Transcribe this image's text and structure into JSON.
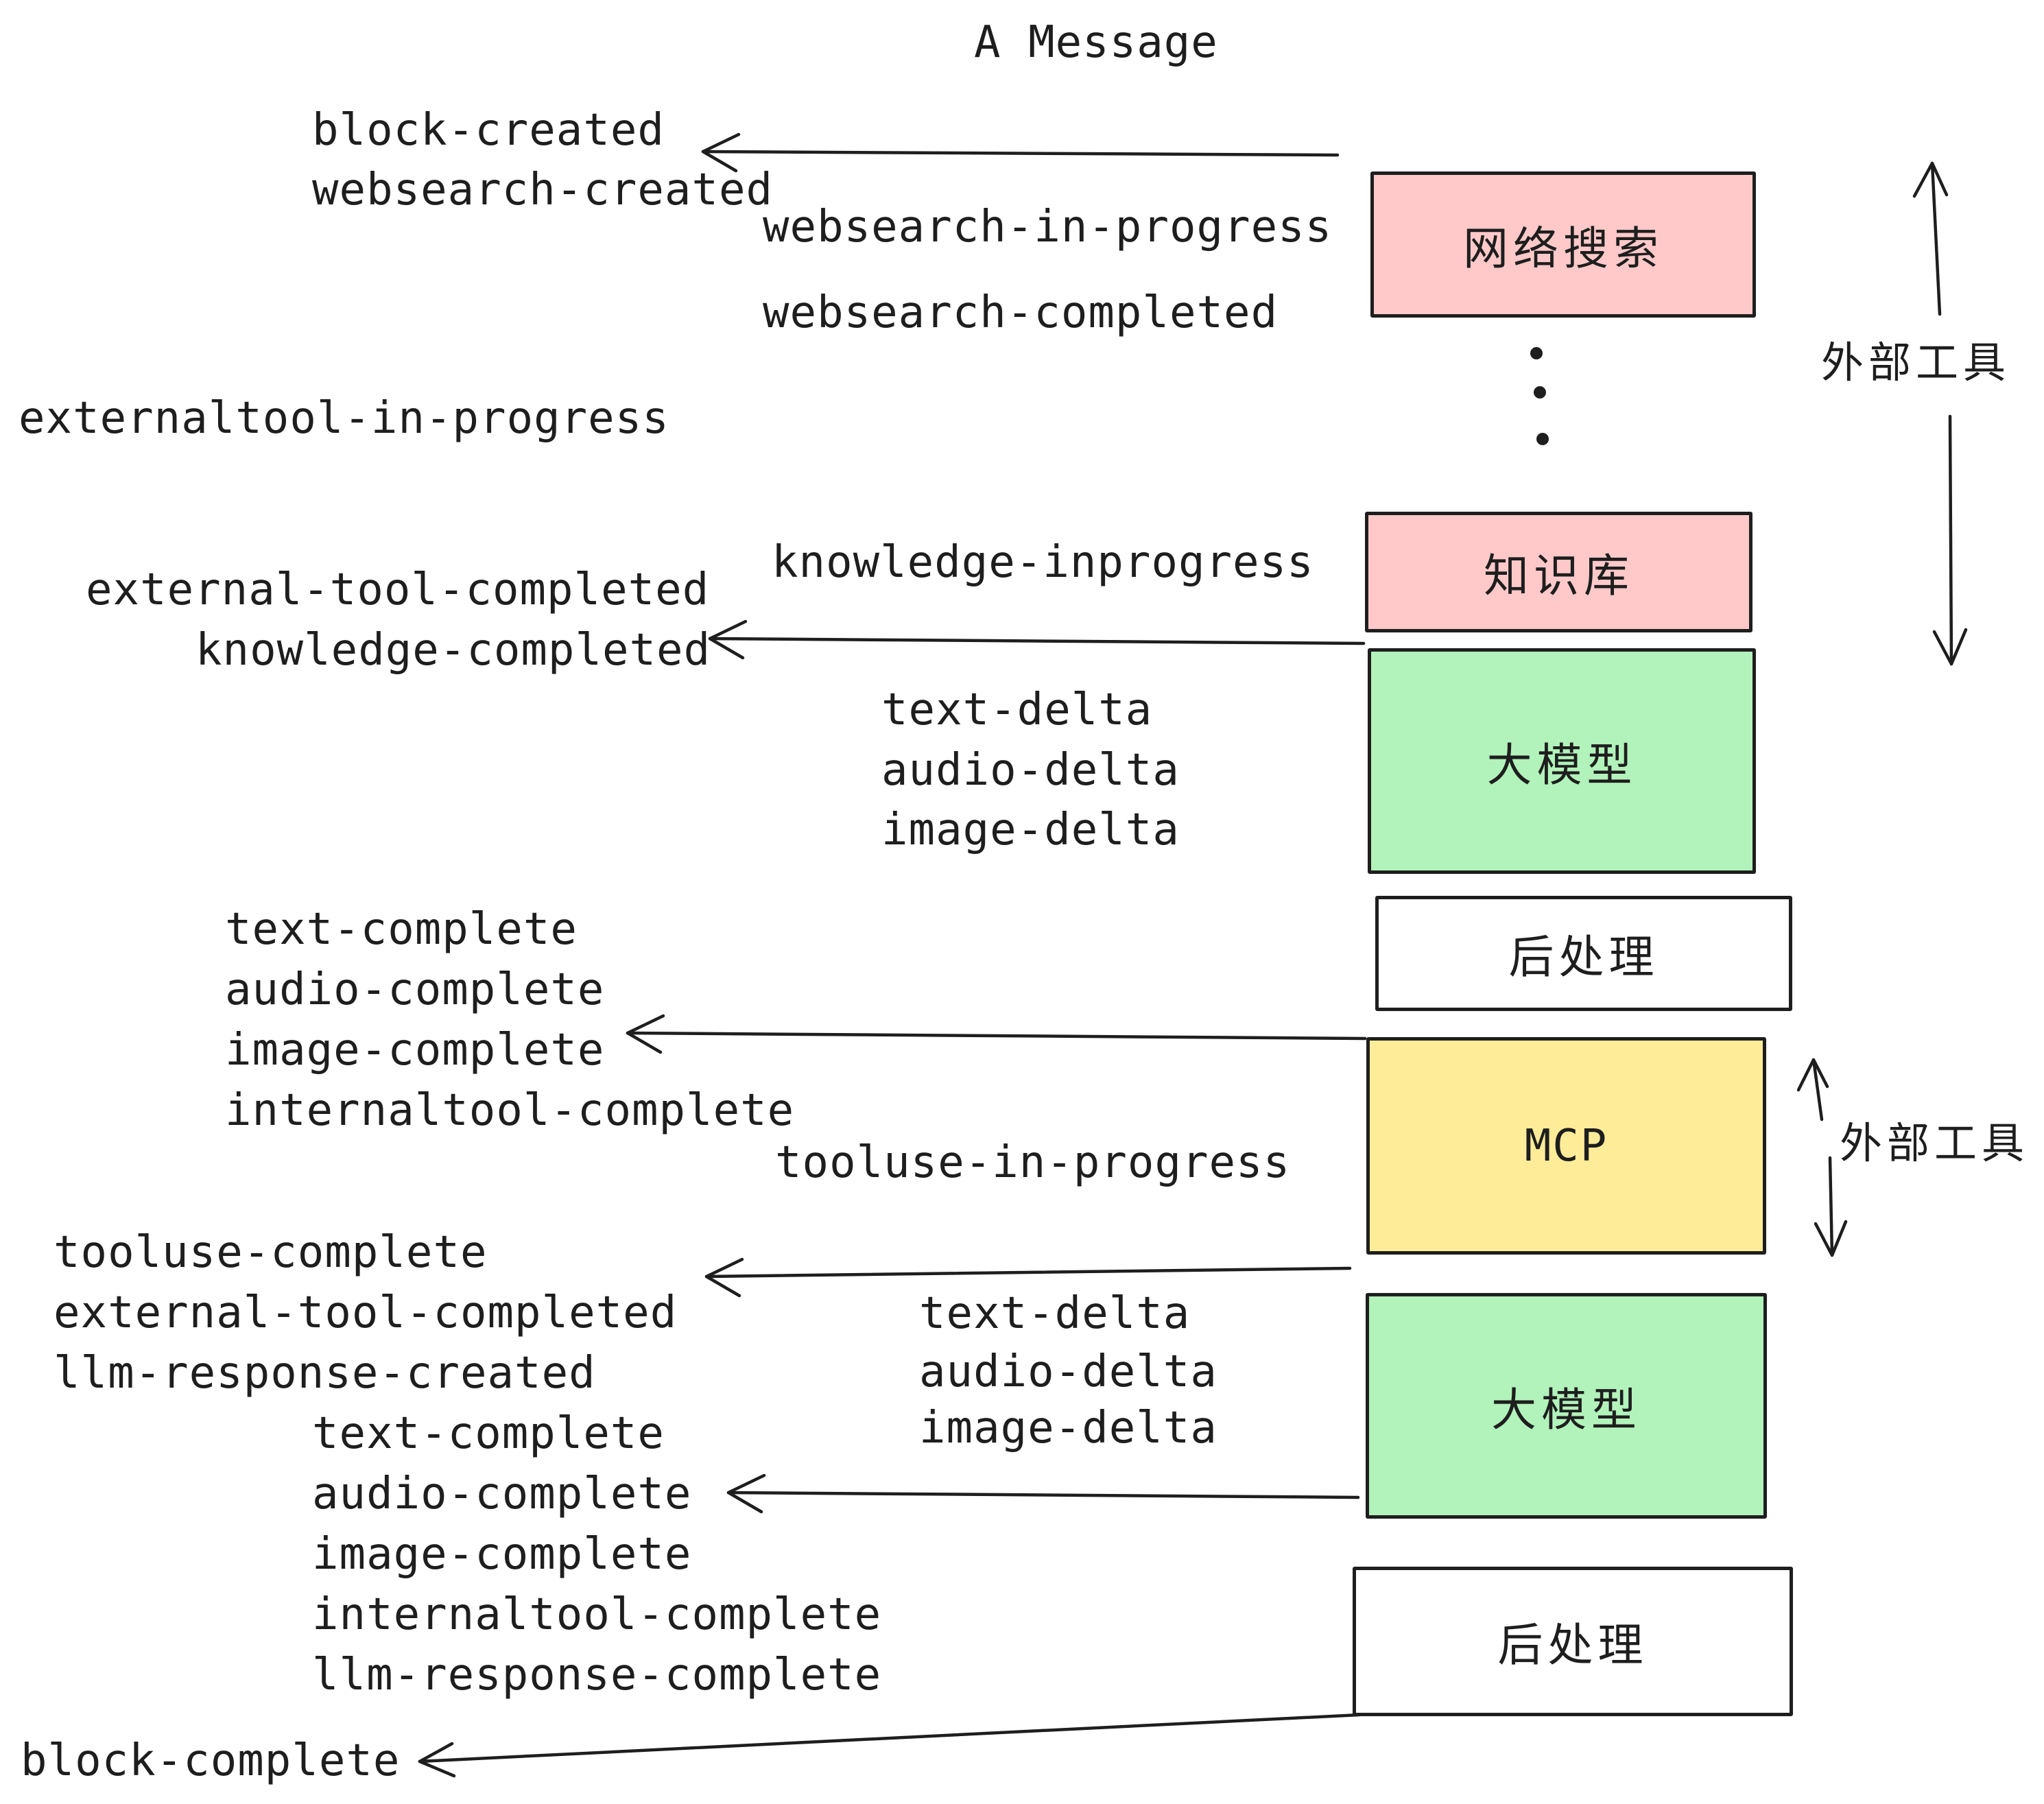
{
  "diagram": {
    "title": "A Message",
    "colors": {
      "pink": "#ffc9c9",
      "green": "#b2f2bb",
      "yellow": "#ffec99",
      "white": "#ffffff",
      "ink": "#1e1e1e"
    },
    "boxes": {
      "websearch": "网络搜索",
      "knowledge": "知识库",
      "llm1": "大模型",
      "post1": "后处理",
      "mcp": "MCP",
      "llm2": "大模型",
      "post2": "后处理"
    },
    "events": {
      "block_created": "block-created",
      "websearch_created": "websearch-created",
      "websearch_in_progress": "websearch-in-progress",
      "websearch_completed": "websearch-completed",
      "externaltool_in_progress": "externaltool-in-progress",
      "knowledge_inprogress": "knowledge-inprogress",
      "external_tool_completed": "external-tool-completed",
      "knowledge_completed": "knowledge-completed",
      "text_delta": "text-delta",
      "audio_delta": "audio-delta",
      "image_delta": "image-delta",
      "text_complete": "text-complete",
      "audio_complete": "audio-complete",
      "image_complete": "image-complete",
      "internaltool_complete": "internaltool-complete",
      "tooluse_in_progress": "tooluse-in-progress",
      "tooluse_complete": "tooluse-complete",
      "llm_response_created": "llm-response-created",
      "llm_response_complete": "llm-response-complete",
      "block_complete": "block-complete"
    },
    "annotations": {
      "external_tools_top": "外部工具",
      "external_tools_mcp": "外部工具"
    }
  }
}
